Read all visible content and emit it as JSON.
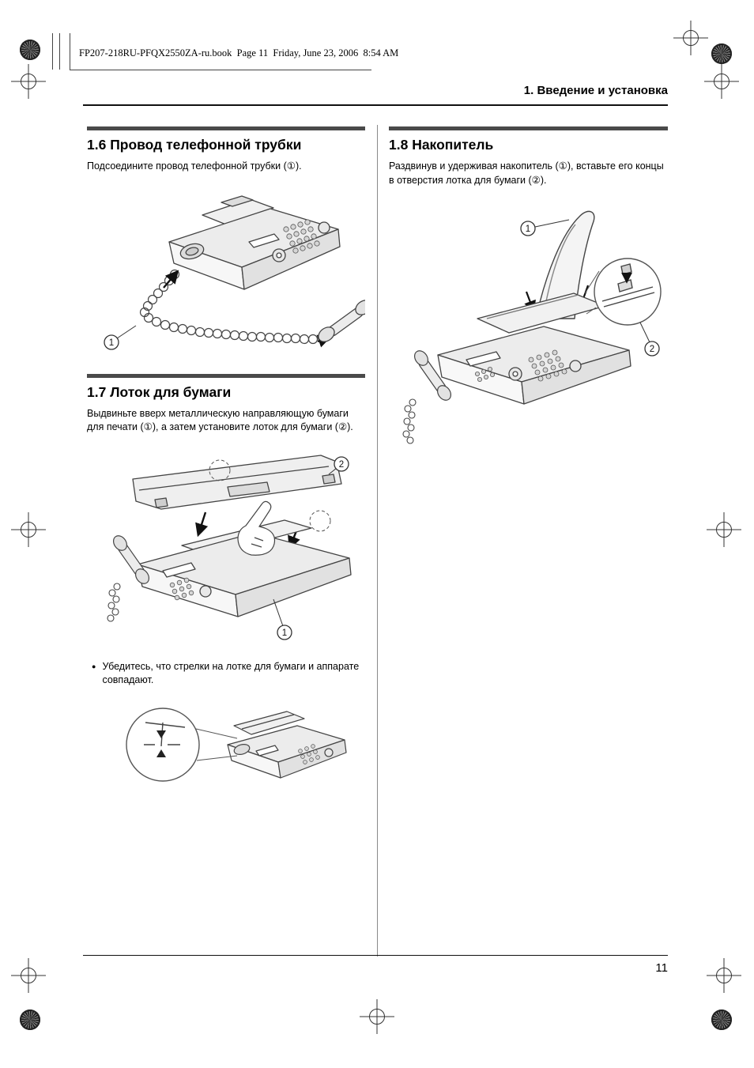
{
  "page": {
    "header_line": "FP207-218RU-PFQX2550ZA-ru.book  Page 11  Friday, June 23, 2006  8:54 AM",
    "chapter_header": "1. Введение и установка",
    "page_number": "11"
  },
  "callouts": {
    "c1": "1",
    "c2": "2"
  },
  "sections": {
    "s16": {
      "title": "1.6 Провод телефонной трубки",
      "body": "Подсоедините провод телефонной трубки (①)."
    },
    "s17": {
      "title": "1.7 Лоток для бумаги",
      "body": "Выдвиньте вверх металлическую направляющую бумаги для печати (①), а затем установите лоток для бумаги (②).",
      "bullet_marker": "●",
      "bullet": "Убедитесь, что стрелки на лотке для бумаги и аппарате совпадают."
    },
    "s18": {
      "title": "1.8 Накопитель",
      "body": "Раздвинув и удерживая накопитель (①), вставьте его концы в отверстия лотка для бумаги (②)."
    }
  },
  "icons": {
    "registration_mark": "registration-crosshair",
    "color_patch": "sunburst-dot"
  }
}
